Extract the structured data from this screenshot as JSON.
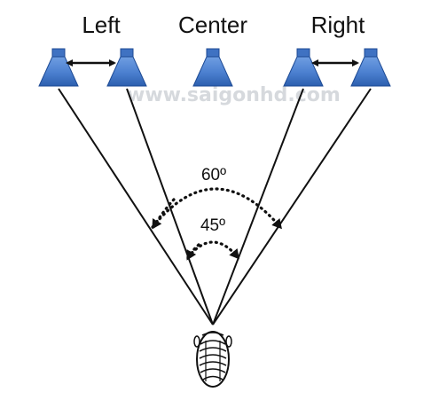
{
  "labels": {
    "left": "Left",
    "center": "Center",
    "right": "Right"
  },
  "angles": {
    "outer": "60º",
    "inner": "45º"
  },
  "watermark": "www.saigonhd.com",
  "colors": {
    "speaker_top": "#5d8fd9",
    "speaker_bottom": "#2c5fae",
    "speaker_edge": "#1d4a94",
    "line": "#111111"
  },
  "icons": {
    "speaker": "speaker-icon",
    "listener": "listener-head-icon"
  }
}
